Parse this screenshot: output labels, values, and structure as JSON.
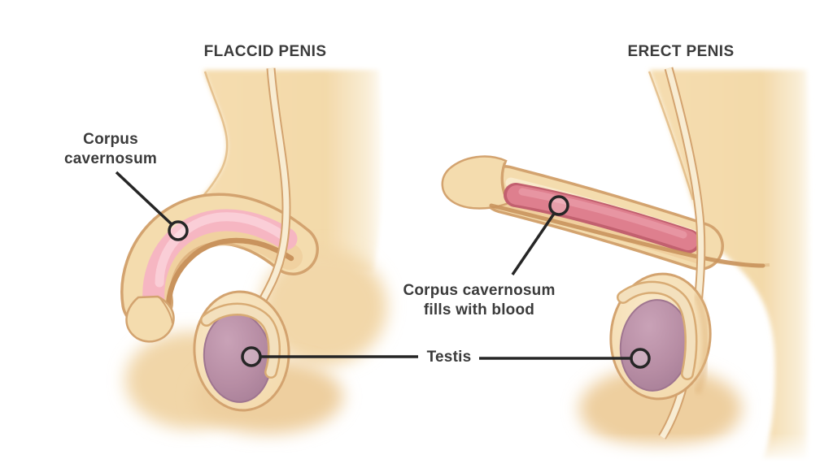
{
  "diagram": {
    "left": {
      "title": "FLACCID PENIS",
      "label": {
        "line1": "Corpus",
        "line2": "cavernosum"
      }
    },
    "right": {
      "title": "ERECT PENIS",
      "label": {
        "line1": "Corpus cavernosum",
        "line2": "fills with blood"
      }
    },
    "testis_label": "Testis"
  },
  "colors": {
    "background": "#ffffff",
    "skin": "#f4dcae",
    "skin_highlight": "#f9ecd0",
    "skin_shadow": "#ecc692",
    "skin_outline": "#d3a36f",
    "urethra_band": "#c9935d",
    "corpus_flaccid_pink": "#f6b6c2",
    "corpus_flaccid_highlight": "#fbd0d9",
    "corpus_erect_rose": "#de7f8e",
    "corpus_erect_edge": "#c2606f",
    "testis": "#b78da4",
    "testis_edge": "#9f7590",
    "epididymis": "#f3e0bd",
    "label_text": "#3b3b3b",
    "callout_line": "#262626"
  }
}
